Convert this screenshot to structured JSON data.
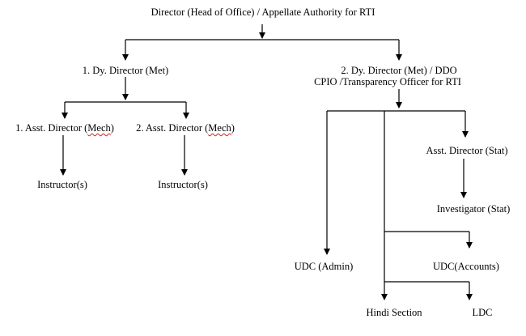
{
  "nodes": {
    "director": "Director (Head of Office) / Appellate Authority for RTI",
    "dy_director_1": "1. Dy. Director (Met)",
    "dy_director_2_line1": "2. Dy. Director (Met) / DDO",
    "dy_director_2_line2": "CPIO /Transparency Officer for RTI",
    "asst_director_1_prefix": "1. Asst. Director (",
    "asst_director_1_word": "Mech",
    "asst_director_1_suffix": ")",
    "asst_director_2_prefix": "2. Asst. Director (",
    "asst_director_2_word": "Mech",
    "asst_director_2_suffix": ")",
    "instructor_1": "Instructor(s)",
    "instructor_2": "Instructor(s)",
    "asst_director_stat": "Asst. Director (Stat)",
    "investigator_stat": "Investigator (Stat)",
    "udc_admin": "UDC (Admin)",
    "udc_accounts": "UDC(Accounts)",
    "hindi_section": "Hindi Section",
    "ldc": "LDC"
  },
  "colors": {
    "line": "#000000",
    "spellcheck_underline": "#cc2222"
  }
}
